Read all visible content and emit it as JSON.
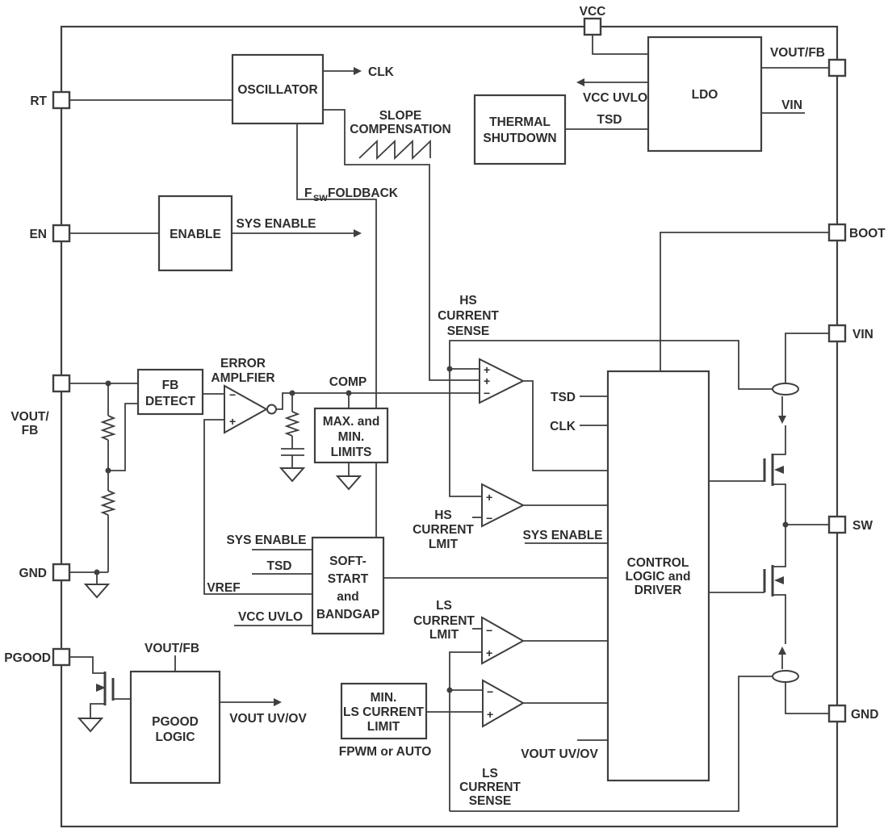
{
  "colors": {
    "line": "#3f3f3f",
    "text": "#2d2d2d",
    "background": "#ffffff"
  },
  "pins": {
    "rt": "RT",
    "en": "EN",
    "vout_fb_left": [
      "VOUT/",
      "FB"
    ],
    "gnd_left": "GND",
    "pgood": "PGOOD",
    "vcc": "VCC",
    "vout_fb_right": "VOUT/FB",
    "boot": "BOOT",
    "vin": "VIN",
    "sw": "SW",
    "gnd_right": "GND"
  },
  "blocks": {
    "oscillator": "OSCILLATOR",
    "enable": "ENABLE",
    "ldo": "LDO",
    "thermal_shutdown": [
      "THERMAL",
      "SHUTDOWN"
    ],
    "fb_detect": [
      "FB",
      "DETECT"
    ],
    "max_min_limits": [
      "MAX. and",
      "MIN.",
      "LIMITS"
    ],
    "soft_start_bandgap": [
      "SOFT-",
      "START",
      "and",
      "BANDGAP"
    ],
    "pgood_logic": [
      "PGOOD",
      "LOGIC"
    ],
    "min_ls_current_limit": [
      "MIN.",
      "LS CURRENT",
      "LIMIT"
    ],
    "control_logic_driver": [
      "CONTROL",
      "LOGIC and",
      "DRIVER"
    ]
  },
  "signals": {
    "clk_out": "CLK",
    "slope_compensation": [
      "SLOPE",
      "COMPENSATION"
    ],
    "fsw_foldback": {
      "f": "F",
      "sub": "SW",
      "rest": "FOLDBACK"
    },
    "sys_enable_out": "SYS ENABLE",
    "vcc_uvlo_ldo": "VCC UVLO",
    "tsd_ldo": "TSD",
    "vin_ldo": "VIN",
    "error_amplifier": [
      "ERROR",
      "AMPLFIER"
    ],
    "comp": "COMP",
    "hs_current_sense": [
      "HS",
      "CURRENT",
      "SENSE"
    ],
    "tsd_ctrl": "TSD",
    "clk_ctrl": "CLK",
    "hs_current_limit": [
      "HS",
      "CURRENT",
      "LMIT"
    ],
    "sys_enable_ctrl": "SYS ENABLE",
    "sys_enable_ss": "SYS ENABLE",
    "tsd_ss": "TSD",
    "vref": "VREF",
    "vcc_uvlo_ss": "VCC UVLO",
    "ls_current_limit": [
      "LS",
      "CURRENT",
      "LMIT"
    ],
    "fpwm_or_auto": "FPWM or AUTO",
    "vout_uv_ov_ctrl": "VOUT UV/OV",
    "ls_current_sense": [
      "LS",
      "CURRENT",
      "SENSE"
    ],
    "vout_fb_pgood": "VOUT/FB",
    "vout_uv_ov_pgood": "VOUT UV/OV",
    "op_plus": "+",
    "op_minus": "−"
  }
}
